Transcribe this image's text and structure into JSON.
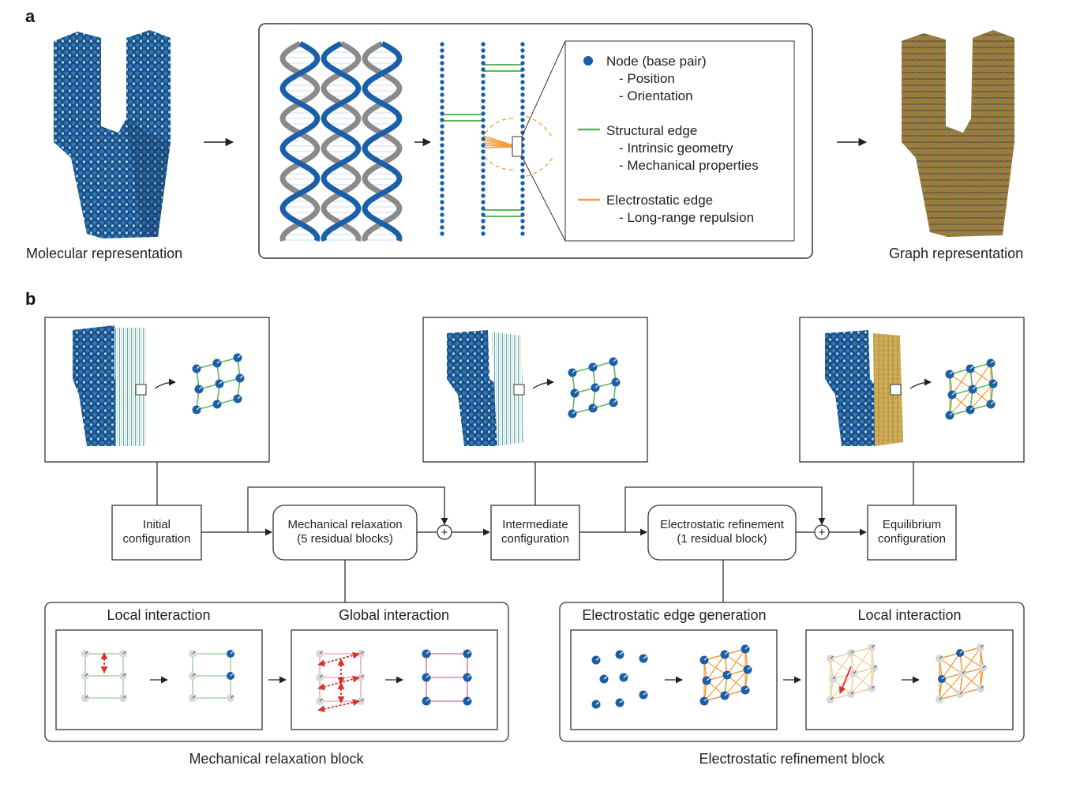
{
  "panel_a": {
    "label": "a",
    "molecular_caption": "Molecular representation",
    "graph_caption": "Graph representation",
    "legend": {
      "node_title": "Node (base pair)",
      "node_items": [
        "- Position",
        "- Orientation"
      ],
      "structural_title": "Structural edge",
      "structural_items": [
        "- Intrinsic geometry",
        "- Mechanical properties"
      ],
      "electrostatic_title": "Electrostatic edge",
      "electrostatic_items": [
        "- Long-range repulsion"
      ]
    }
  },
  "panel_b": {
    "label": "b",
    "initial": [
      "Initial",
      "configuration"
    ],
    "mechanical": [
      "Mechanical relaxation",
      "(5 residual blocks)"
    ],
    "intermediate": [
      "Intermediate",
      "configuration"
    ],
    "electrostatic": [
      "Electrostatic refinement",
      "(1 residual block)"
    ],
    "equilibrium": [
      "Equilibrium",
      "configuration"
    ],
    "plus": "+",
    "mech_block": {
      "local": "Local interaction",
      "global": "Global interaction",
      "caption": "Mechanical relaxation block"
    },
    "elec_block": {
      "generation": "Electrostatic edge generation",
      "local": "Local interaction",
      "caption": "Electrostatic refinement block"
    }
  },
  "colors": {
    "node": "#1a5fa8",
    "structural_edge": "#5cb85c",
    "electrostatic_edge": "#f0a040",
    "dna_gray": "#8a8a8a",
    "graph_brown": "#9c7a3c",
    "red_arrow": "#d9312b"
  }
}
